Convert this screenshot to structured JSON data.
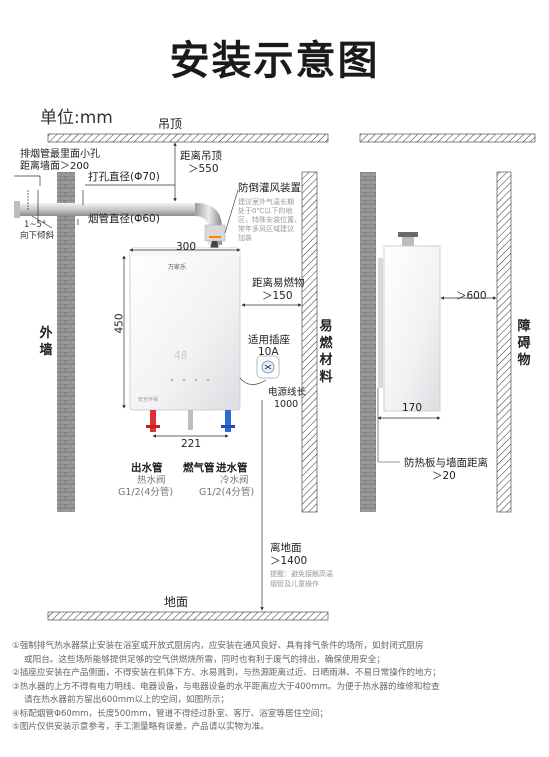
{
  "title": "安装示意图",
  "unit": "单位:mm",
  "labels": {
    "ceiling": "吊顶",
    "floor": "地面",
    "outer_wall": "外墙",
    "flammable": "易燃材料",
    "obstacle": "障碍物",
    "flue_hole_1": "排烟管最里面小孔",
    "flue_hole_2": "距离墙面＞200",
    "tilt_angle": "1~5°",
    "tilt_down": "向下倾斜",
    "drill_dia": "打孔直径(Φ70)",
    "flue_dia": "烟管直径(Φ60)",
    "ceiling_dist_1": "距离吊顶",
    "ceiling_dist_2": "＞550",
    "anti_wind": "防倒灌风装置",
    "anti_wind_note_1": "建议室外气温长期",
    "anti_wind_note_2": "处于0℃以下的地",
    "anti_wind_note_3": "区，特殊安装位置、",
    "anti_wind_note_4": "常年多风区域建议",
    "anti_wind_note_5": "加装",
    "width_300": "300",
    "height_450": "450",
    "flammable_dist_1": "距离易燃物",
    "flammable_dist_2": "＞150",
    "socket_1": "适用插座",
    "socket_2": "10A",
    "cord_1": "电源线长",
    "cord_2": "1000",
    "pipe_dist": "221",
    "outlet_pipe": "出水管",
    "gas_pipe": "燃气管",
    "inlet_pipe": "进水管",
    "hot_valve": "热水阀",
    "hot_valve_size": "G1/2(4分管)",
    "cold_valve": "冷水阀",
    "cold_valve_size": "G1/2(4分管)",
    "obstacle_dist": "＞600",
    "depth_170": "170",
    "heatboard_1": "防热板与墙面距离",
    "heatboard_2": "＞20",
    "floor_dist_1": "离地面",
    "floor_dist_2": "＞1400",
    "warn_1": "提醒：避免接触高温",
    "warn_2": "烟管及儿童操作",
    "brand": "万家乐",
    "display": "48",
    "panel_text": "安全环保"
  },
  "notes": [
    "①强制排气热水器禁止安装在浴室或开放式厨房内，应安装在通风良好、具有排气条件的场所，如封闭式厨房",
    "或阳台。这些场所能够提供足够的空气供燃烧所需，同时也有利于废气的排出，确保使用安全；",
    "②插座应安装在产品侧面，不得安装在机体下方、水易溅到，与热源距离过近、日晒雨淋、不易日常操作的地方；",
    "③热水器的上方不得有电力明线、电器设备，与电器设备的水平距离应大于400mm。为便于热水器的维修和检查",
    "请在热水器前方留出600mm以上的空间，如图所示；",
    "④标配烟管Φ60mm，长度500mm，管道不得经过卧室、客厅、浴室等居住空间；",
    "⑤图片仅供安装示意参考，手工测量略有误差，产品请以实物为准。"
  ],
  "colors": {
    "hot": "#e03030",
    "cold": "#2a6bd8",
    "wall": "#8a8a8a",
    "line": "#333333"
  }
}
